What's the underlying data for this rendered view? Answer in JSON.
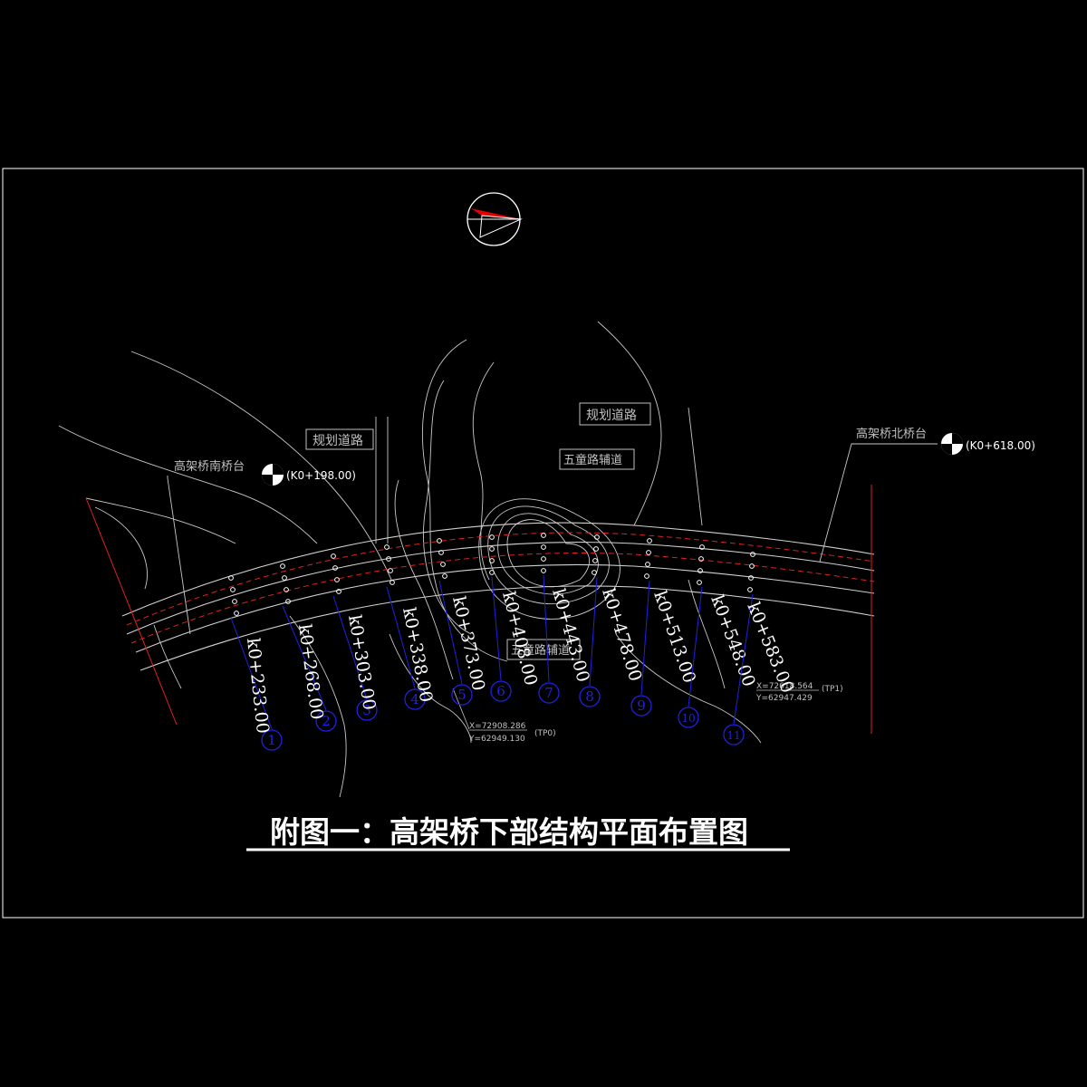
{
  "drawing": {
    "title": "附图一：高架桥下部结构平面布置图",
    "colors": {
      "background": "#000000",
      "frame": "#ffffff",
      "line": "#c8c8c8",
      "pier_blue": "#2020e0",
      "axis_red": "#e02020",
      "text_grey": "#c0c0c0",
      "north_red": "#e00000"
    },
    "north_arrow": {
      "icon": "north-arrow-icon"
    },
    "abutments": {
      "south": {
        "label": "高架桥南桥台",
        "chainage": "(K0+198.00)"
      },
      "north": {
        "label": "高架桥北桥台",
        "chainage": "(K0+618.00)"
      }
    },
    "road_labels": [
      {
        "text": "规划道路"
      },
      {
        "text": "规划道路"
      },
      {
        "text": "五童路辅道"
      },
      {
        "text": "五童路辅道"
      }
    ],
    "piers": [
      {
        "no": "1",
        "chainage": "k0+233.00"
      },
      {
        "no": "2",
        "chainage": "k0+268.00"
      },
      {
        "no": "3",
        "chainage": "k0+303.00"
      },
      {
        "no": "4",
        "chainage": "k0+338.00"
      },
      {
        "no": "5",
        "chainage": "k0+373.00"
      },
      {
        "no": "6",
        "chainage": "k0+408.00"
      },
      {
        "no": "7",
        "chainage": "k0+443.00"
      },
      {
        "no": "8",
        "chainage": "k0+478.00"
      },
      {
        "no": "9",
        "chainage": "k0+513.00"
      },
      {
        "no": "10",
        "chainage": "k0+548.00"
      },
      {
        "no": "11",
        "chainage": "k0+583.00"
      }
    ],
    "control_points": [
      {
        "x": "X=72908.286",
        "y": "Y=62949.130",
        "tag": "(TP0)"
      },
      {
        "x": "X=72618.564",
        "y": "Y=62947.429",
        "tag": "(TP1)"
      }
    ]
  }
}
